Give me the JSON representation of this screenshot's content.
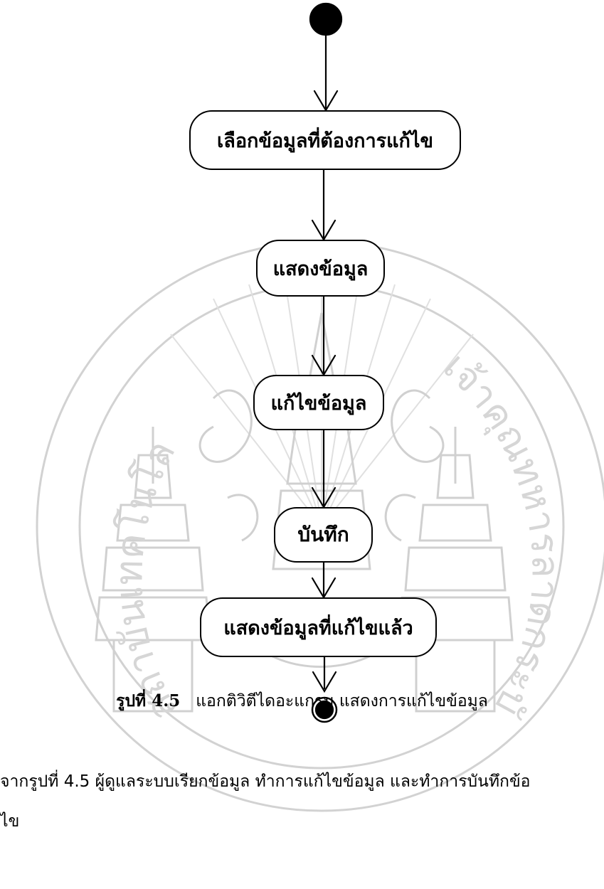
{
  "diagram": {
    "nodes": [
      {
        "id": "n1",
        "label": "เลือกข้อมูลที่ต้องการแก้ไข"
      },
      {
        "id": "n2",
        "label": "แสดงข้อมูล"
      },
      {
        "id": "n3",
        "label": "แก้ไขข้อมูล"
      },
      {
        "id": "n4",
        "label": "บันทึก"
      },
      {
        "id": "n5",
        "label": "แสดงข้อมูลที่แก้ไขแล้ว"
      }
    ],
    "edges": [
      {
        "from": "start",
        "to": "n1"
      },
      {
        "from": "n1",
        "to": "n2"
      },
      {
        "from": "n2",
        "to": "n3"
      },
      {
        "from": "n3",
        "to": "n4"
      },
      {
        "from": "n4",
        "to": "n5"
      },
      {
        "from": "n5",
        "to": "end"
      }
    ]
  },
  "caption": {
    "label": "รูปที่ 4.5",
    "text": "แอกติวิตีไดอะแกรม แสดงการแก้ไขข้อมูล"
  },
  "body": {
    "line1": "จากรูปที่ 4.5 ผู้ดูแลระบบเรียกข้อมูล ทำการแก้ไขข้อมูล และทำการบันทึกข้อ",
    "line2": "ไข"
  },
  "watermark": {
    "left_text": "สถาบันเทคโนโลยีพระจอมเกล้าเจ้าคุณทหารลาดกระบัง"
  },
  "colors": {
    "ink": "#000000",
    "watermark": "#cfcfcf"
  }
}
